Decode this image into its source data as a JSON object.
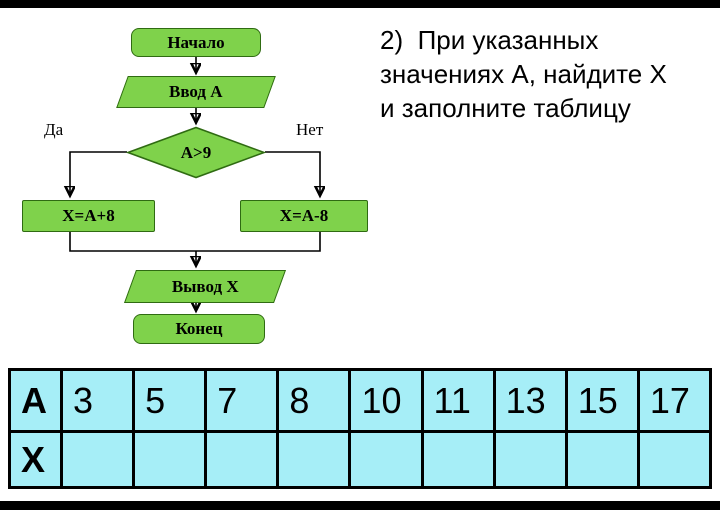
{
  "flowchart": {
    "start": "Начало",
    "input": "Ввод А",
    "decision": "А>9",
    "yes_label": "Да",
    "no_label": "Нет",
    "branch_yes": "X=А+8",
    "branch_no": "X=А-8",
    "output": "Вывод X",
    "end": "Конец"
  },
  "task_text": "2)  При указанных\nзначениях А, найдите Х\nи заполните таблицу",
  "table": {
    "rows": [
      {
        "header": "А",
        "values": [
          "3",
          "5",
          "7",
          "8",
          "10",
          "11",
          "13",
          "15",
          "17"
        ]
      },
      {
        "header": "Х",
        "values": [
          "",
          "",
          "",
          "",
          "",
          "",
          "",
          "",
          ""
        ]
      }
    ]
  },
  "colors": {
    "shape_fill": "#7fd24b",
    "shape_border": "#2f6b12",
    "table_fill": "#a6eef7"
  }
}
